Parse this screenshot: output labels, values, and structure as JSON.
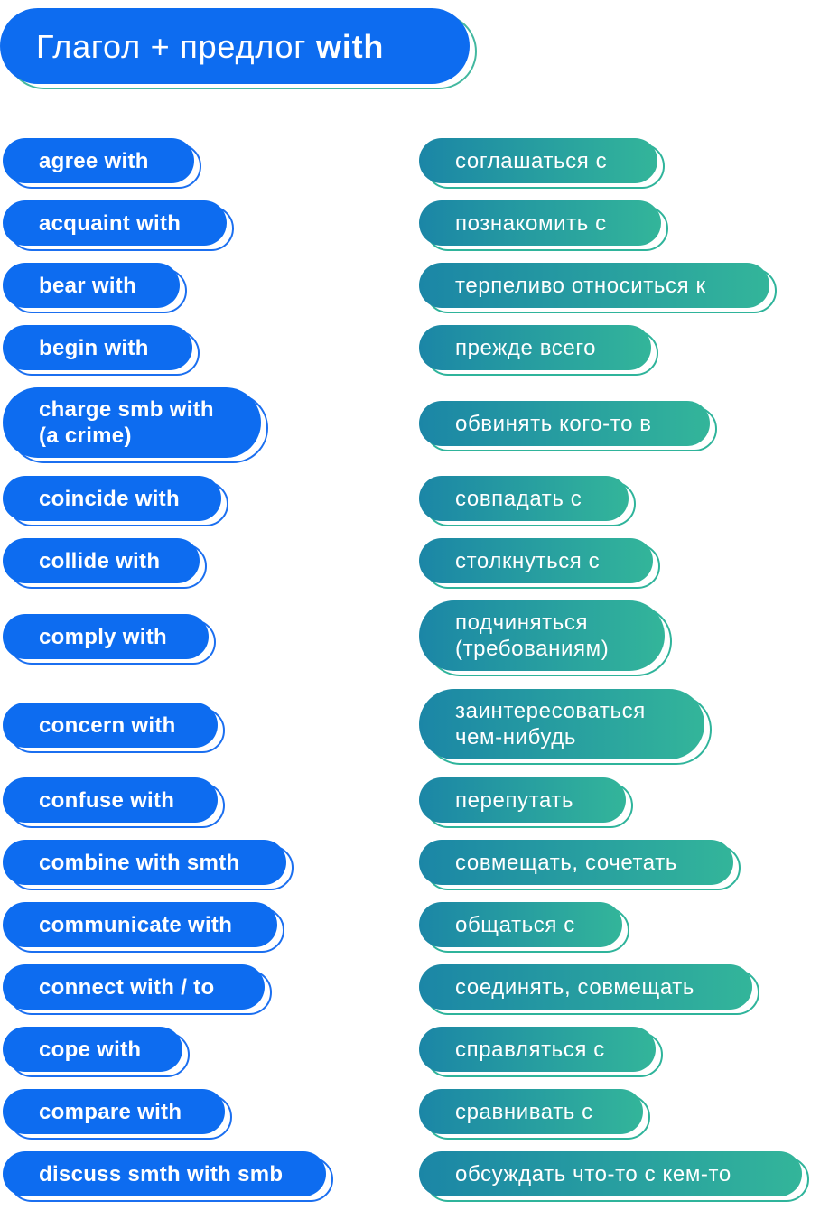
{
  "title": {
    "text": "Глагол + предлог ",
    "bold": "with"
  },
  "rows": [
    {
      "en": "agree with",
      "ru": "соглашаться с"
    },
    {
      "en": "acquaint with",
      "ru": "познакомить с"
    },
    {
      "en": "bear with",
      "ru": "терпеливо относиться к"
    },
    {
      "en": "begin with",
      "ru": "прежде всего"
    },
    {
      "en": "charge smb with\n(a crime)",
      "ru": "обвинять кого-то в"
    },
    {
      "en": "coincide with",
      "ru": "совпадать с"
    },
    {
      "en": "collide with",
      "ru": "столкнуться с"
    },
    {
      "en": "comply with",
      "ru": "подчиняться\n(требованиям)"
    },
    {
      "en": "concern with",
      "ru": "заинтересоваться\nчем-нибудь"
    },
    {
      "en": "confuse with",
      "ru": "перепутать"
    },
    {
      "en": "combine with smth",
      "ru": "совмещать, сочетать"
    },
    {
      "en": "communicate with",
      "ru": "общаться с"
    },
    {
      "en": "connect with / to",
      "ru": "соединять, совмещать"
    },
    {
      "en": "cope with",
      "ru": "справляться с"
    },
    {
      "en": "compare with",
      "ru": "сравнивать с"
    },
    {
      "en": "discuss smth with smb",
      "ru": "обсуждать что-то с кем-то"
    }
  ],
  "colors": {
    "en_pill": "#0d6cf0",
    "ru_pill_start": "#1b86a6",
    "ru_pill_end": "#33b59a",
    "title_shadow": "#43b8a0"
  }
}
